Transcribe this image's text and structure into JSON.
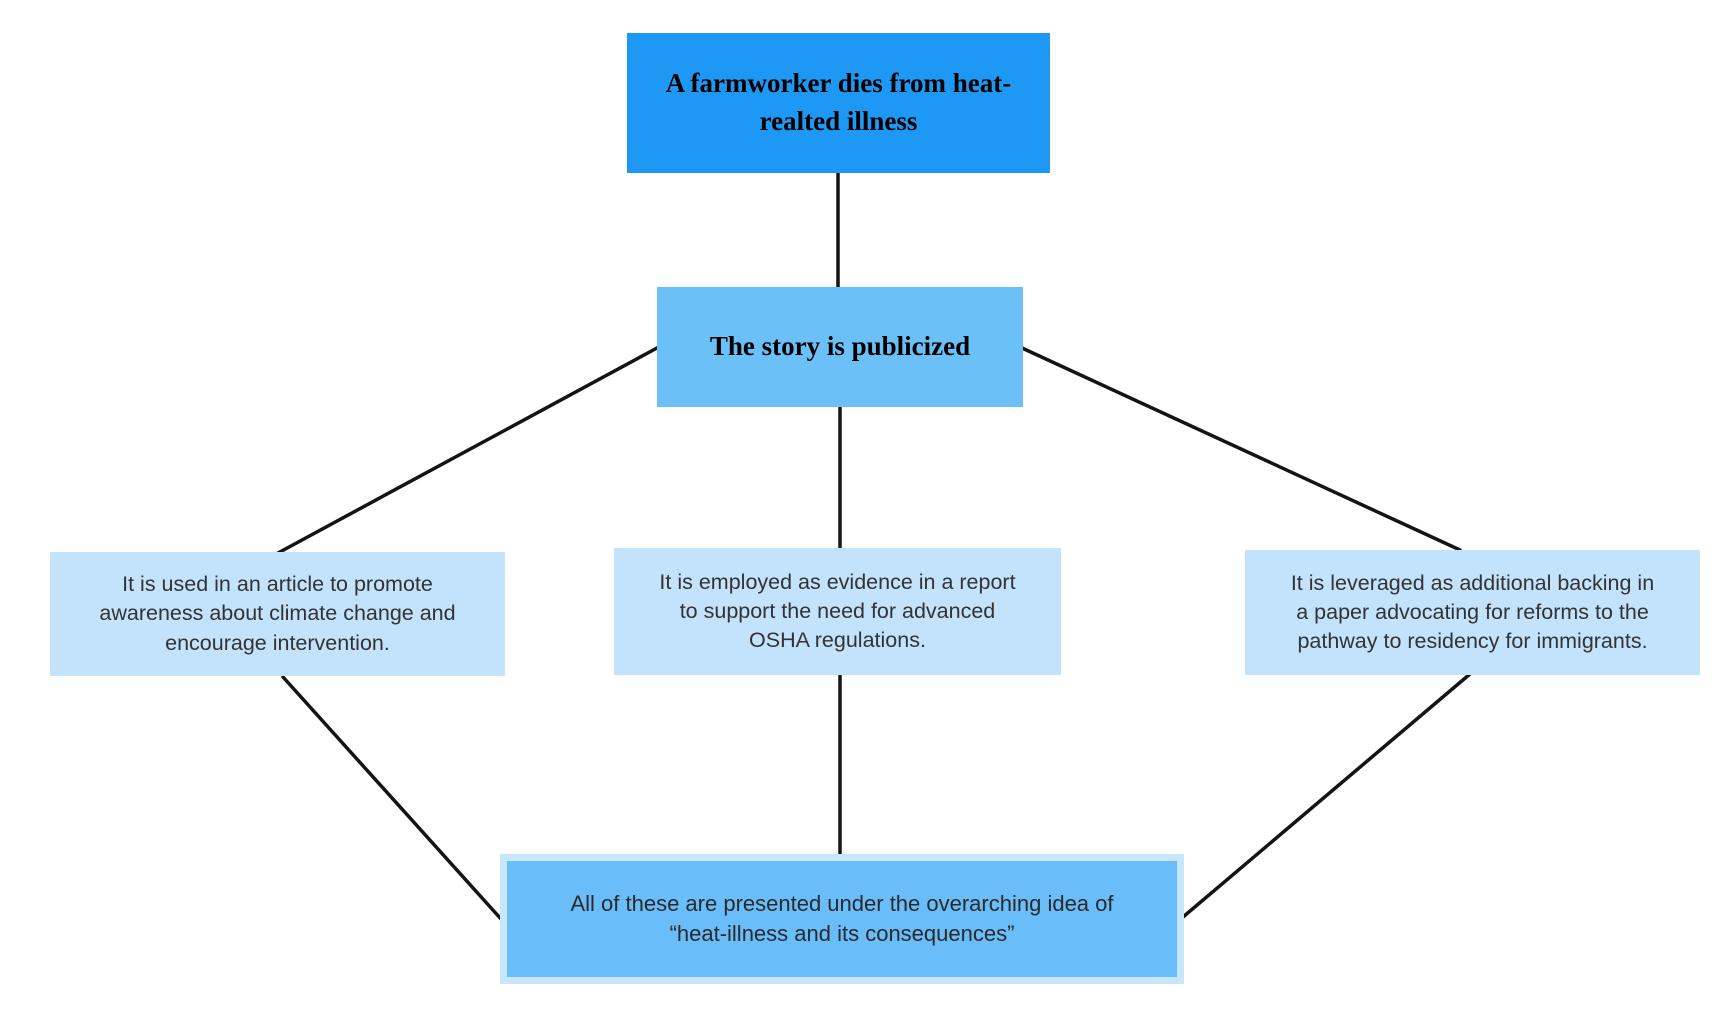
{
  "diagram": {
    "background_color": "#ffffff",
    "edge_color": "#141414",
    "nodes": {
      "root": {
        "text": "A farmworker dies from heat-\nrealted illness",
        "fill": "#1e98f5"
      },
      "story": {
        "text": "The story is publicized",
        "fill": "#6cc0f8"
      },
      "article": {
        "text": "It is used in an article to promote\nawareness about climate change and\nencourage intervention.",
        "fill": "#c3e2fb"
      },
      "report": {
        "text": "It is employed as evidence in a report\nto support the need for advanced\nOSHA regulations.",
        "fill": "#c3e2fb"
      },
      "paper": {
        "text": "It is leveraged as additional backing in\na paper advocating for reforms to the\npathway to residency for immigrants.",
        "fill": "#c3e2fb"
      },
      "summary": {
        "text": "All of these are presented under the overarching idea of\n“heat-illness and its consequences”",
        "fill": "#69bdf8",
        "border": "#c8e6fc"
      }
    }
  }
}
